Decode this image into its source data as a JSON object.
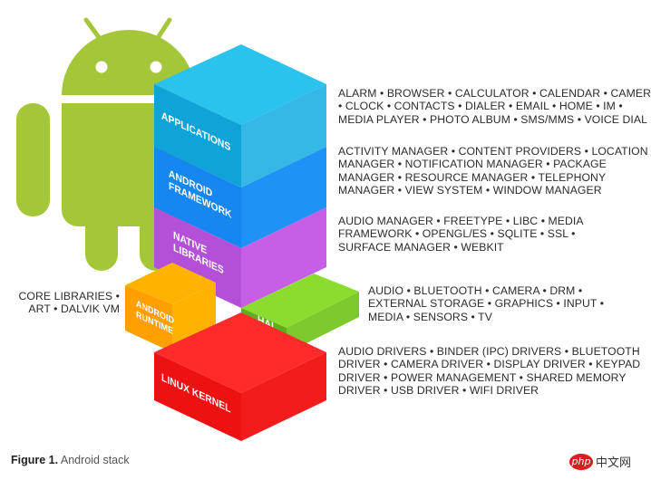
{
  "layers": [
    {
      "id": "applications",
      "label_lines": [
        "APPLICATIONS"
      ],
      "colors": {
        "top": "#29c3ee",
        "front": "#0fa3d8",
        "side": "#35b8e6"
      },
      "description_lines": [
        "ALARM • BROWSER • CALCULATOR • CALENDAR • CAMERA",
        "• CLOCK • CONTACTS • DIALER • EMAIL • HOME • IM •",
        "MEDIA PLAYER • PHOTO ALBUM • SMS/MMS • VOICE DIAL"
      ]
    },
    {
      "id": "android-framework",
      "label_lines": [
        "ANDROID",
        "FRAMEWORK"
      ],
      "colors": {
        "front": "#1687f0",
        "side": "#1e93f5"
      },
      "description_lines": [
        "ACTIVITY MANAGER • CONTENT PROVIDERS • LOCATION",
        "MANAGER • NOTIFICATION MANAGER • PACKAGE",
        "MANAGER • RESOURCE MANAGER • TELEPHONY",
        "MANAGER • VIEW SYSTEM • WINDOW MANAGER"
      ]
    },
    {
      "id": "native-libraries",
      "label_lines": [
        "NATIVE",
        "LIBRARIES"
      ],
      "colors": {
        "front": "#b44fd8",
        "side": "#c65ee6"
      },
      "description_lines": [
        "AUDIO MANAGER • FREETYPE • LIBC • MEDIA",
        "FRAMEWORK • OPENGL/ES • SQLITE • SSL •",
        "SURFACE MANAGER • WEBKIT"
      ]
    },
    {
      "id": "android-runtime",
      "label_lines": [
        "ANDROID",
        "RUNTIME"
      ],
      "colors": {
        "top": "#ffb300",
        "front": "#ff9f00",
        "side": "#ffb300"
      },
      "description_lines": [
        "CORE LIBRARIES •",
        "ART • DALVIK VM"
      ]
    },
    {
      "id": "hal",
      "label_lines": [
        "HAL"
      ],
      "colors": {
        "top": "#8bdc2e",
        "front": "#5fae1f",
        "side": "#7dc92d"
      },
      "description_lines": [
        "AUDIO • BLUETOOTH • CAMERA • DRM •",
        "EXTERNAL STORAGE • GRAPHICS • INPUT •",
        "MEDIA • SENSORS • TV"
      ]
    },
    {
      "id": "linux-kernel",
      "label_lines": [
        "LINUX KERNEL"
      ],
      "colors": {
        "top": "#ff2b2b",
        "front": "#ee1111",
        "side": "#f21c1c"
      },
      "description_lines": [
        "AUDIO DRIVERS • BINDER (IPC) DRIVERS • BLUETOOTH",
        "DRIVER • CAMERA DRIVER • DISPLAY DRIVER • KEYPAD",
        "DRIVER • POWER MANAGEMENT • SHARED MEMORY",
        "DRIVER • USB DRIVER • WIFI DRIVER"
      ]
    }
  ],
  "mascot": {
    "color": "#a4c639"
  },
  "caption": {
    "prefix": "Figure 1.",
    "text": "Android stack"
  },
  "watermark": {
    "badge": "php",
    "text": "中文网"
  }
}
